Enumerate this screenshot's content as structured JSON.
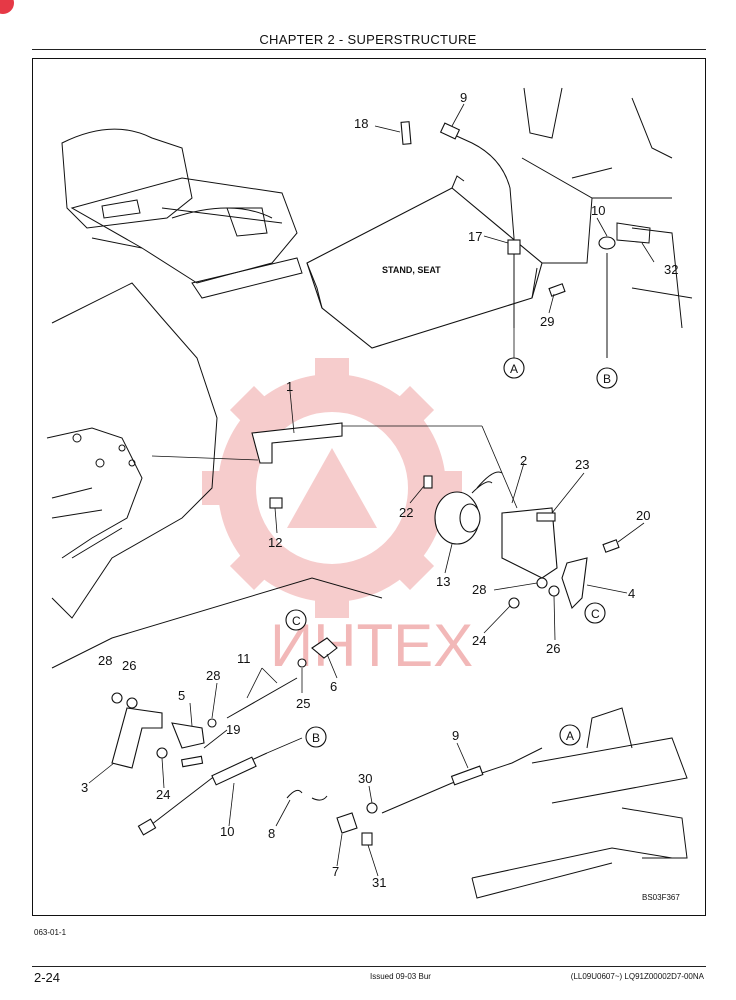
{
  "header": {
    "chapter_title": "CHAPTER 2 - SUPERSTRUCTURE"
  },
  "diagram": {
    "labels": {
      "seat_stand": "STAND, SEAT",
      "figure_code": "BS03F367",
      "watermark": "ИНТЕХ"
    },
    "callouts": [
      "18",
      "9",
      "10",
      "32",
      "17",
      "29",
      "1",
      "2",
      "23",
      "22",
      "20",
      "12",
      "13",
      "28",
      "4",
      "24",
      "26",
      "28",
      "26",
      "11",
      "28",
      "6",
      "25",
      "5",
      "19",
      "3",
      "24",
      "9",
      "30",
      "8",
      "7",
      "10",
      "31"
    ],
    "connectors": [
      "A",
      "B",
      "C",
      "C",
      "B",
      "A"
    ],
    "icons": [
      "gear-watermark-icon"
    ]
  },
  "footer": {
    "figure_id": "063-01-1",
    "page_number": "2-24",
    "issued": "Issued 09-03    Bur",
    "doc_ref": "(LL09U0607~)   LQ91Z00002D7-00NA"
  },
  "colors": {
    "watermark": "#f2b8b8",
    "badge": "#e63946"
  }
}
